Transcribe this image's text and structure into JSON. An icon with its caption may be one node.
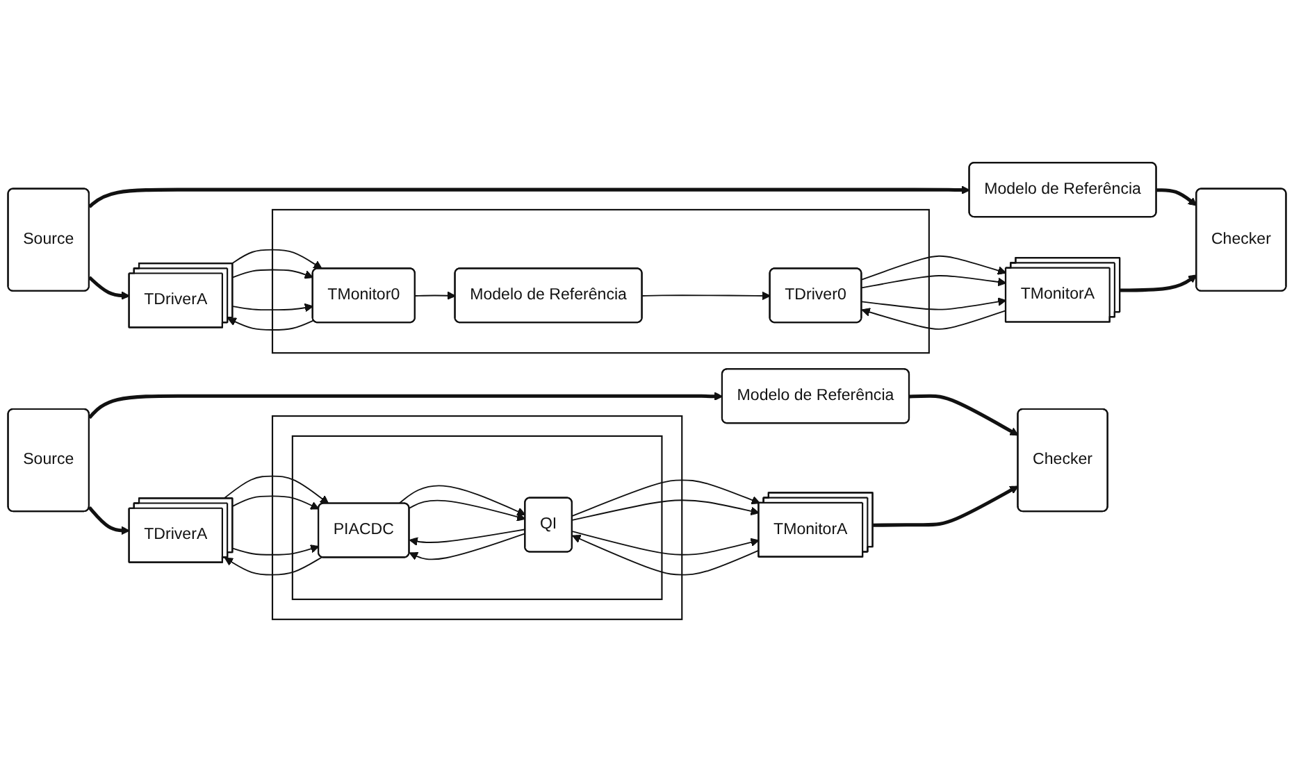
{
  "diagram": {
    "nodes": [
      {
        "text": [
          "Source"
        ]
      },
      {
        "text": [
          "Modelo de Referência"
        ]
      },
      {
        "text": [
          "Checker"
        ]
      },
      {
        "text": [
          "TDriverA"
        ]
      },
      {
        "text": [],
        "shape": "box"
      },
      {
        "text": [
          "TMonitor0"
        ],
        "in": 4
      },
      {
        "text": [
          "Modelo de Referência"
        ],
        "in": 4
      },
      {
        "text": [
          "TDriver0"
        ],
        "in": 4
      },
      {
        "text": [
          "TMonitorA"
        ]
      },
      {
        "text": [
          "Source"
        ]
      },
      {
        "text": [
          "Modelo de Referência"
        ]
      },
      {
        "text": [
          "Checker"
        ]
      },
      {
        "text": [
          "TDriverA"
        ]
      },
      {
        "text": [],
        "shape": "box"
      },
      {
        "text": [],
        "shape": "box",
        "in": 13
      },
      {
        "text": [
          "PIACDC"
        ],
        "in": 14
      },
      {
        "text": [
          "QI"
        ],
        "in": 14
      },
      {
        "text": [
          "TMonitorA"
        ]
      }
    ],
    "edges": [
      {
        "from": 0,
        "to": 1,
        "arrow": "to",
        "style": "thick"
      },
      {
        "from": 1,
        "to": 2,
        "arrow": "to",
        "style": "thick"
      },
      {
        "from": 0,
        "to": 3,
        "arrow": "to",
        "style": "thick"
      },
      {
        "from": 3,
        "to": 5,
        "arrow": "to"
      },
      {
        "from": 3,
        "to": 5,
        "arrow": "to"
      },
      {
        "from": 3,
        "to": 5,
        "arrow": "to"
      },
      {
        "from": 5,
        "to": 3,
        "arrow": "to"
      },
      {
        "from": 5,
        "to": 6,
        "arrow": "to"
      },
      {
        "from": 6,
        "to": 7,
        "arrow": "to"
      },
      {
        "from": 7,
        "to": 8,
        "arrow": "to"
      },
      {
        "from": 7,
        "to": 8,
        "arrow": "to"
      },
      {
        "from": 7,
        "to": 8,
        "arrow": "to"
      },
      {
        "from": 8,
        "to": 7,
        "arrow": "to"
      },
      {
        "from": 8,
        "to": 2,
        "arrow": "to",
        "style": "thick"
      },
      {
        "from": 9,
        "to": 10,
        "arrow": "to",
        "style": "thick"
      },
      {
        "from": 10,
        "to": 11,
        "arrow": "to",
        "style": "thick"
      },
      {
        "from": 9,
        "to": 12,
        "arrow": "to",
        "style": "thick"
      },
      {
        "from": 12,
        "to": 15,
        "arrow": "to"
      },
      {
        "from": 12,
        "to": 15,
        "arrow": "to"
      },
      {
        "from": 12,
        "to": 15,
        "arrow": "to"
      },
      {
        "from": 15,
        "to": 12,
        "arrow": "to"
      },
      {
        "from": 15,
        "to": 16,
        "arrow": "to"
      },
      {
        "from": 16,
        "to": 15,
        "arrow": "to"
      },
      {
        "from": 15,
        "to": 16,
        "arrow": "to"
      },
      {
        "from": 16,
        "to": 15,
        "arrow": "to"
      },
      {
        "from": 16,
        "to": 17,
        "arrow": "to"
      },
      {
        "from": 16,
        "to": 17,
        "arrow": "to"
      },
      {
        "from": 16,
        "to": 17,
        "arrow": "to"
      },
      {
        "from": 17,
        "to": 16,
        "arrow": "to"
      },
      {
        "from": 17,
        "to": 11,
        "arrow": "to",
        "style": "thick"
      }
    ]
  }
}
